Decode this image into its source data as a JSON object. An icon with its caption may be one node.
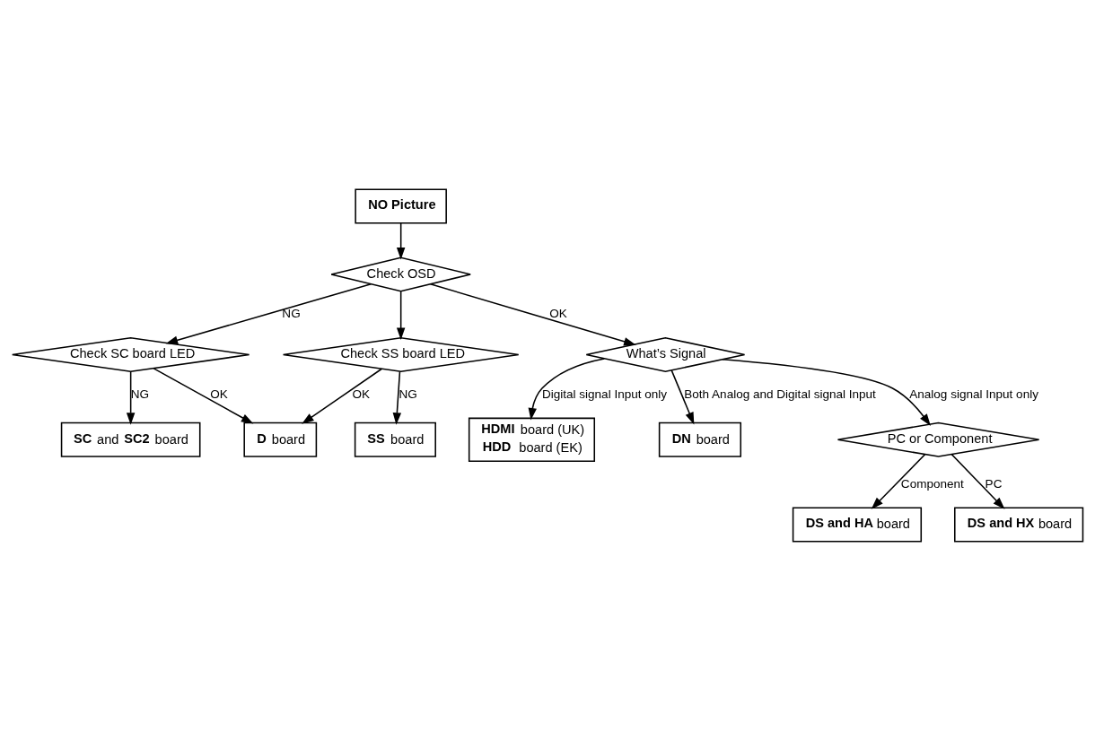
{
  "diagram": {
    "nodes": [
      {
        "text": [
          "**NO Picture**"
        ]
      },
      {
        "text": [
          "Check OSD"
        ]
      },
      {
        "text": [
          "Check SC board LED"
        ]
      },
      {
        "text": [
          "Check SS board LED"
        ]
      },
      {
        "text": [
          "**SC** and **SC2** board"
        ]
      },
      {
        "text": [
          "**D** board"
        ]
      },
      {
        "text": [
          "**SS** board"
        ]
      },
      {
        "text": [
          "What’s Signal"
        ]
      },
      {
        "text": [
          "**HDMI** board (UK)",
          "**HDD** board (EK)"
        ]
      },
      {
        "text": [
          "**DN** board"
        ]
      },
      {
        "text": [
          "PC or Component"
        ]
      },
      {
        "text": [
          "**DS and HA** board"
        ]
      },
      {
        "text": [
          "**DS and HX** board"
        ]
      }
    ],
    "edges": [
      {
        "from": 0,
        "to": 1,
        "arrow": "to"
      },
      {
        "from": 1,
        "to": 2,
        "arrow": "to",
        "label": "NG"
      },
      {
        "from": 1,
        "to": 3,
        "arrow": "to"
      },
      {
        "from": 1,
        "to": 7,
        "arrow": "to",
        "label": "OK"
      },
      {
        "from": 2,
        "to": 4,
        "arrow": "to",
        "label": "NG"
      },
      {
        "from": 2,
        "to": 5,
        "arrow": "to",
        "label": "OK"
      },
      {
        "from": 3,
        "to": 5,
        "arrow": "to",
        "label": "OK"
      },
      {
        "from": 3,
        "to": 6,
        "arrow": "to",
        "label": "NG"
      },
      {
        "from": 7,
        "to": 8,
        "arrow": "to",
        "label": "Digital signal Input only"
      },
      {
        "from": 7,
        "to": 9,
        "arrow": "to",
        "label": "Both Analog and Digital signal Input"
      },
      {
        "from": 7,
        "to": 10,
        "arrow": "to",
        "label": "Analog signal Input only"
      },
      {
        "from": 10,
        "to": 11,
        "arrow": "to",
        "label": "Component"
      },
      {
        "from": 10,
        "to": 12,
        "arrow": "to",
        "label": "PC"
      }
    ]
  }
}
